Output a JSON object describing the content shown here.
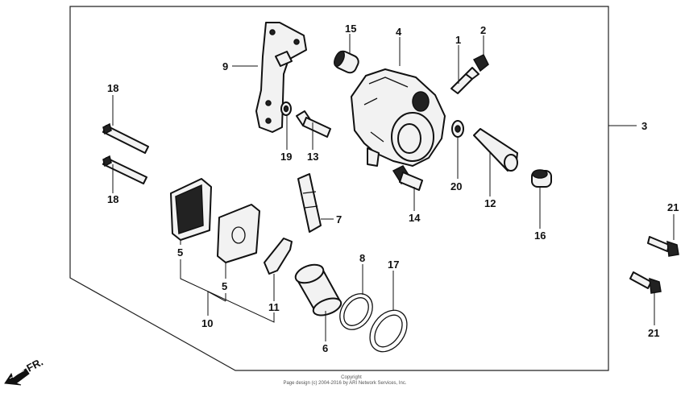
{
  "callouts": {
    "c1": "1",
    "c2": "2",
    "c3": "3",
    "c4": "4",
    "c5a": "5",
    "c5b": "5",
    "c6": "6",
    "c7": "7",
    "c8": "8",
    "c9": "9",
    "c10": "10",
    "c11": "11",
    "c12": "12",
    "c13": "13",
    "c14": "14",
    "c15": "15",
    "c16": "16",
    "c17": "17",
    "c18a": "18",
    "c18b": "18",
    "c19": "19",
    "c20": "20",
    "c21a": "21",
    "c21b": "21"
  },
  "direction_label": "FR.",
  "copyright_lines": [
    "Copyright",
    "Page design (c) 2004-2016 by ARI Network Services, Inc."
  ],
  "colors": {
    "ink": "#111111",
    "background": "#ffffff"
  }
}
